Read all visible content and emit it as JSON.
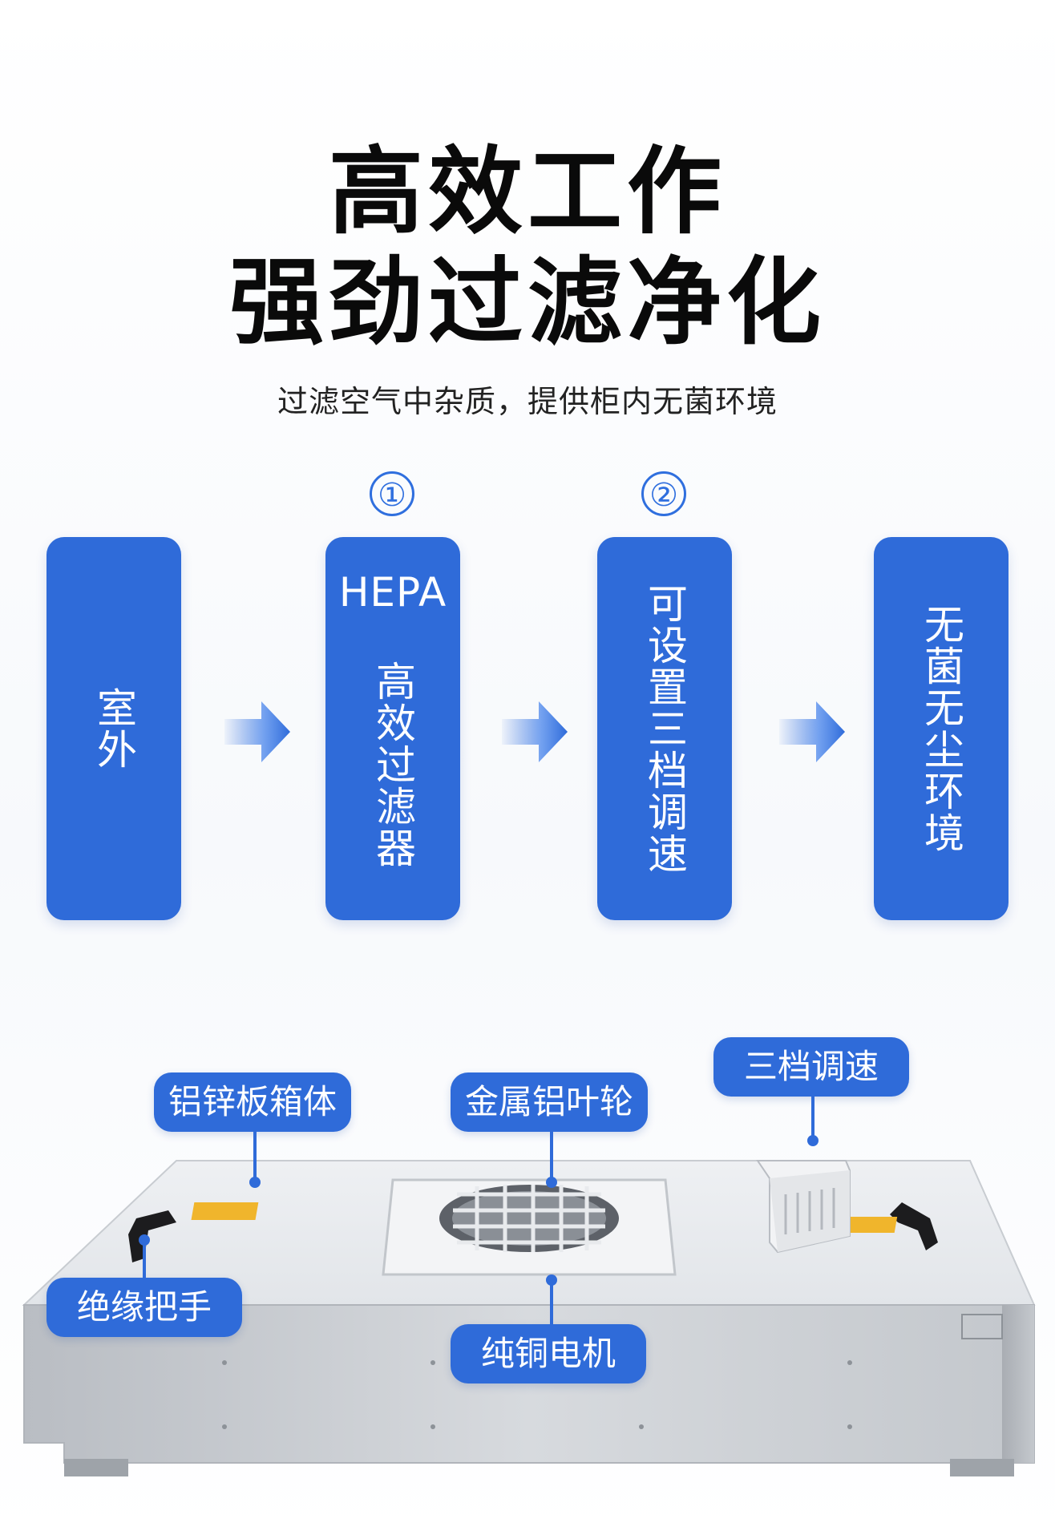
{
  "header": {
    "title_line1": "高效工作",
    "title_line2": "强劲过滤净化",
    "subtitle": "过滤空气中杂质，提供柜内无菌环境"
  },
  "flow": {
    "step1_marker": "①",
    "step2_marker": "②",
    "cards": [
      {
        "text": "室外"
      },
      {
        "prefix": "HEPA",
        "text": "高效过滤器"
      },
      {
        "text": "可设置三档调速"
      },
      {
        "text": "无菌无尘环境"
      }
    ]
  },
  "product_labels": {
    "housing": "铝锌板箱体",
    "impeller": "金属铝叶轮",
    "speed": "三档调速",
    "handle": "绝缘把手",
    "motor": "纯铜电机"
  },
  "colors": {
    "accent": "#2f6bd9",
    "title": "#0a0a0a"
  }
}
